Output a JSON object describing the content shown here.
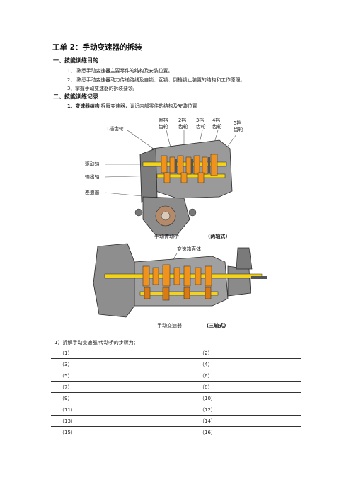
{
  "title": "工单 2：手动变速器的拆装",
  "section1": {
    "heading": "一、技能训练目的",
    "items": [
      "1、 熟悉手动变速器主要零件的结构及安装位置。",
      "2、 熟悉手动变速器动力传递路线及自锁、互锁、倒档锁止装置的结构和工作原理。",
      "3、掌握手动变速器的拆装要领。"
    ]
  },
  "section2": {
    "heading": "二、技能训练记录",
    "sub_bold": "1、变速器结构",
    "sub_rest": "  拆解变速器，认识内部零件的结构及安装位置"
  },
  "diagram1": {
    "labels": {
      "gear1": "1挡齿轮",
      "reverse_a": "倒挡",
      "reverse_b": "齿轮",
      "gear2_a": "2挡",
      "gear2_b": "齿轮",
      "gear3_a": "3挡",
      "gear3_b": "齿轮",
      "gear4_a": "4挡",
      "gear4_b": "齿轮",
      "gear5_a": "5挡",
      "gear5_b": "齿轮",
      "drive_shaft": "驱动轴",
      "output_shaft": "输出轴",
      "differential": "差速器"
    },
    "caption": "手动传动桥",
    "caption_note": "(两轴式)"
  },
  "diagram2": {
    "labels": {
      "housing": "变速箱壳体"
    },
    "caption": "手动变速器",
    "caption_note": "(三轴式)"
  },
  "steps": {
    "intro": "1）拆解手动变速器/传动桥的步骤为：",
    "rows": [
      [
        "（1）",
        "（2）"
      ],
      [
        "（3）",
        "（4）"
      ],
      [
        "（5）",
        "（6）"
      ],
      [
        "（7）",
        "（8）"
      ],
      [
        "（9）",
        "（10）"
      ],
      [
        "（11）",
        "（12）"
      ],
      [
        "（13）",
        "（14）"
      ],
      [
        "（15）",
        "（16）"
      ]
    ]
  },
  "colors": {
    "gear_orange": "#f0921e",
    "shaft_yellow": "#f2d21a",
    "housing_gray": "#8c8c8c",
    "dark_edge": "#2a2a2a",
    "label_line": "#555555"
  }
}
